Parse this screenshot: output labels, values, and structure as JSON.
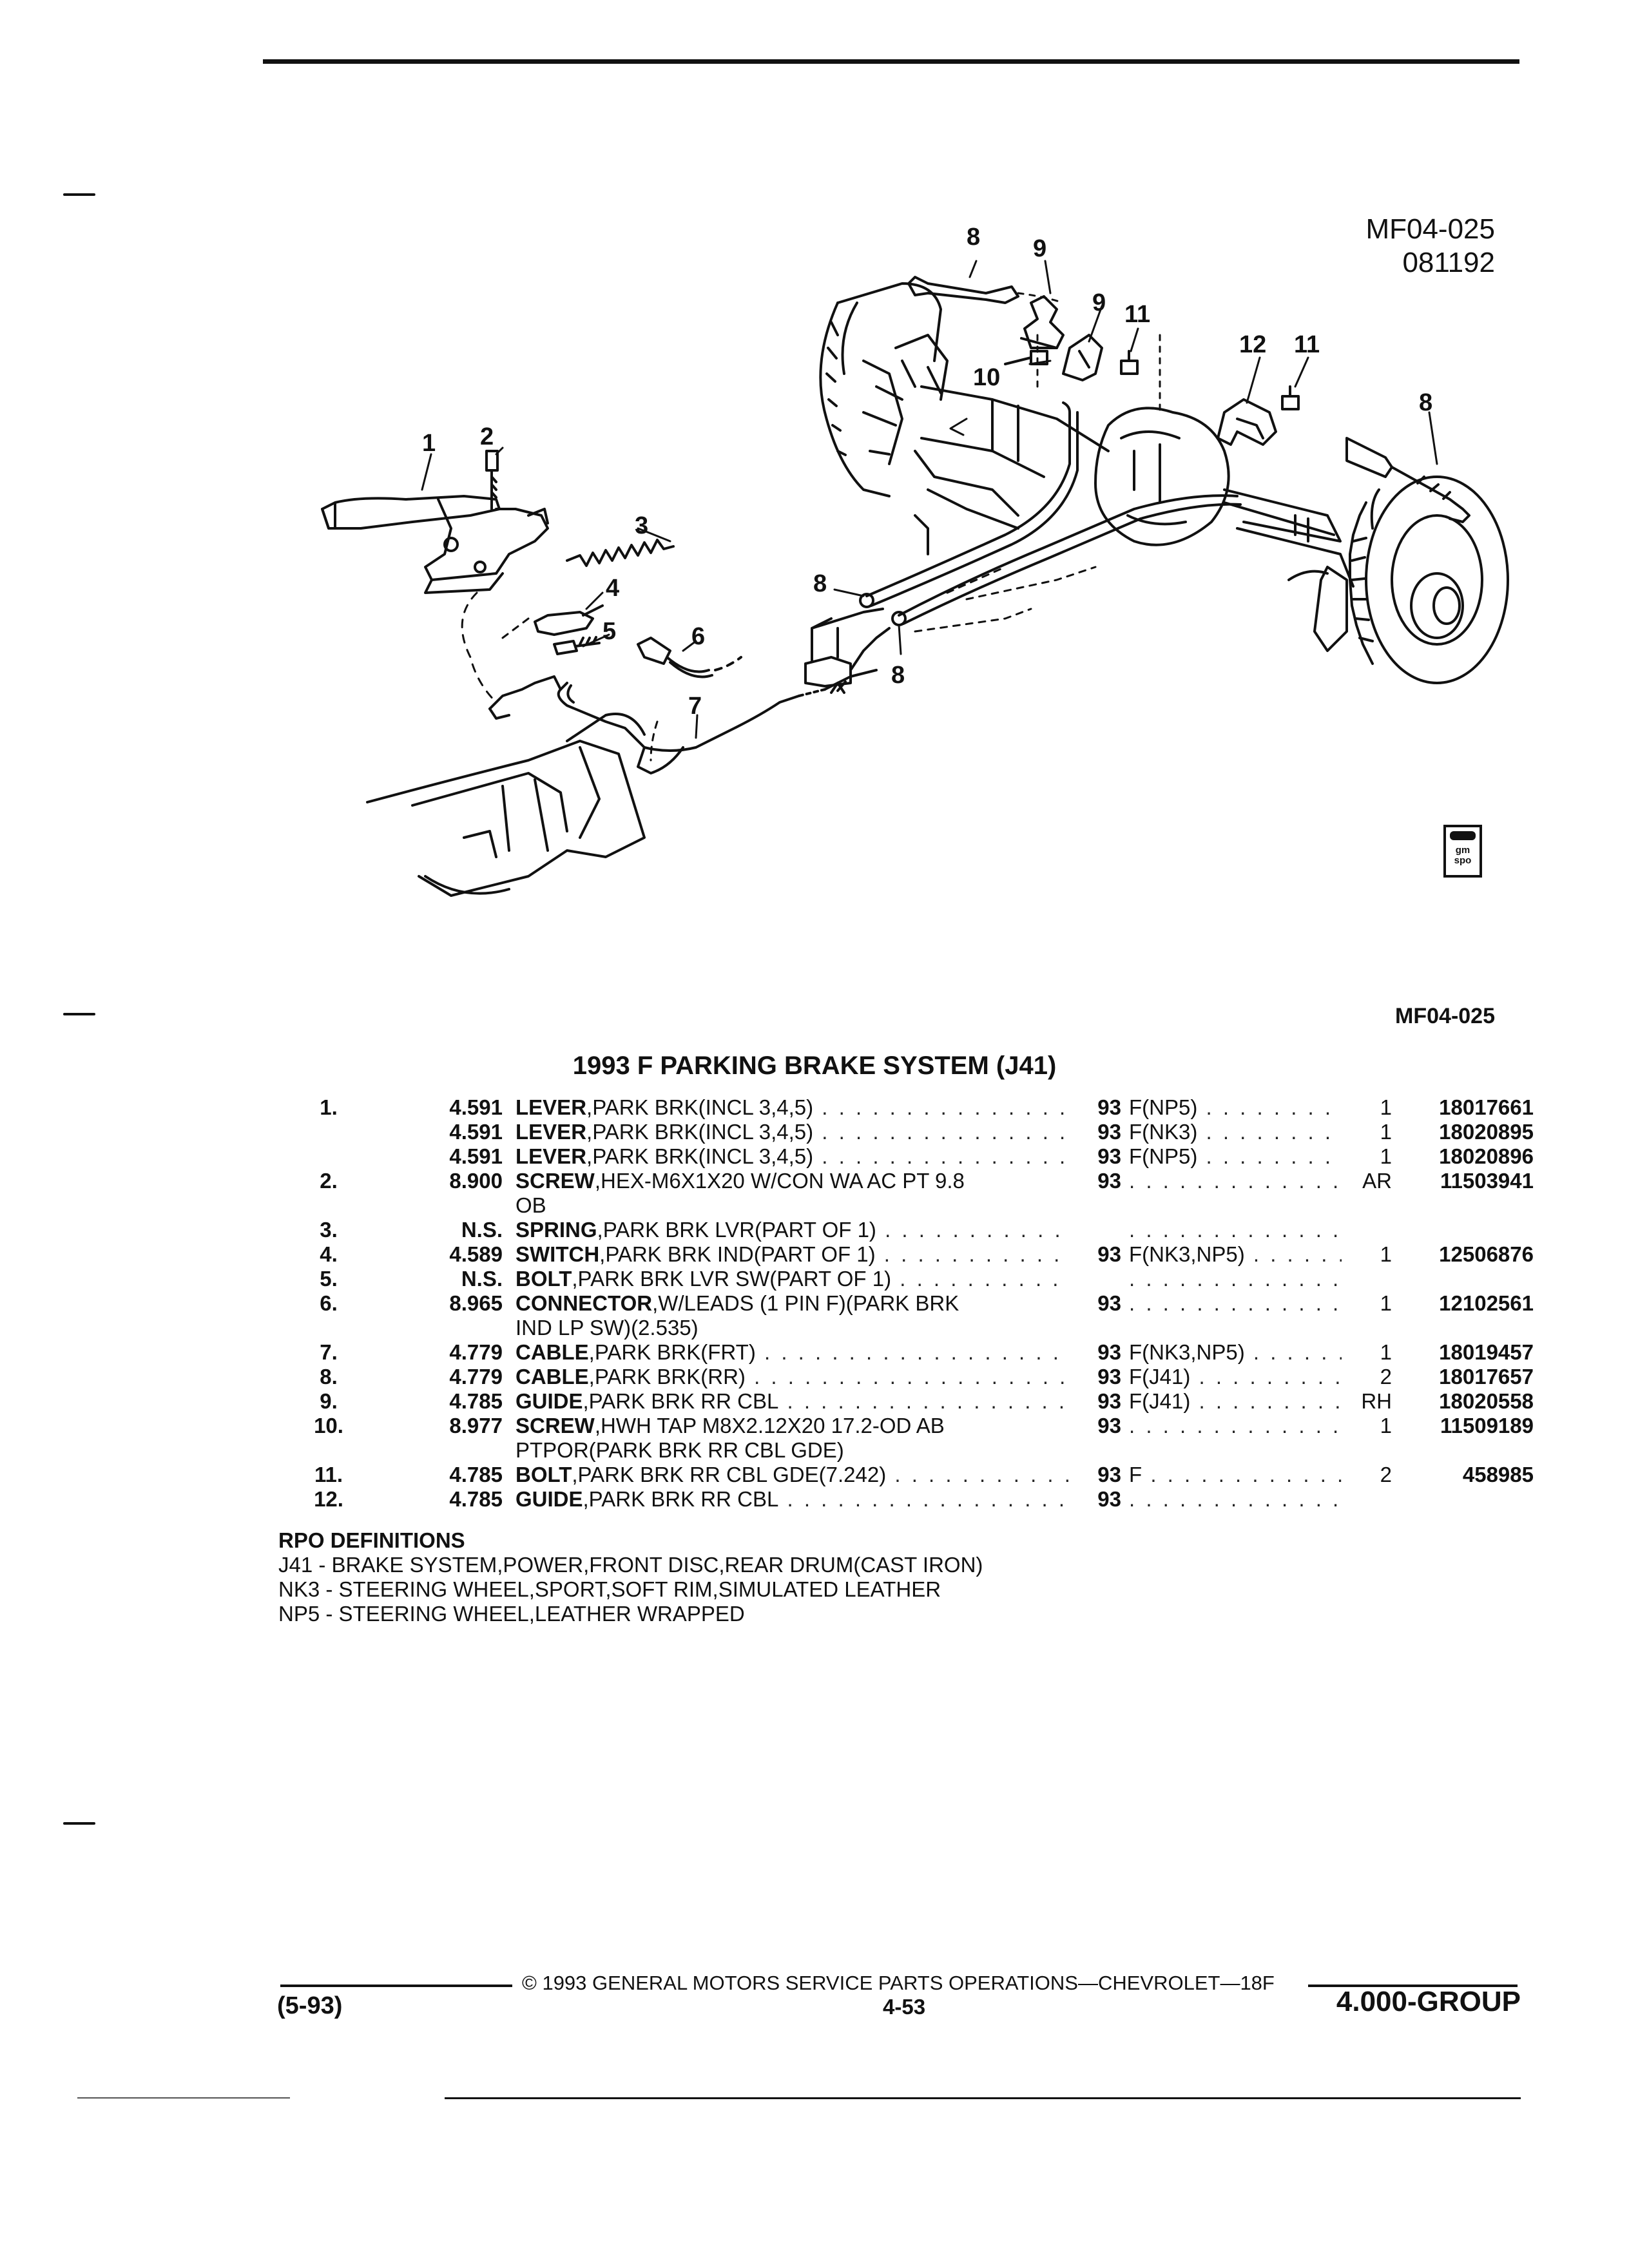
{
  "figure_id_top": "MF04-025",
  "figure_date": "081192",
  "figure_id_bottom": "MF04-025",
  "logo_text": "gm spo",
  "title": "1993 F PARKING BRAKE SYSTEM (J41)",
  "callouts": [
    "1",
    "2",
    "3",
    "4",
    "5",
    "6",
    "7",
    "8",
    "8",
    "8",
    "8",
    "9",
    "9",
    "10",
    "11",
    "11",
    "12"
  ],
  "parts": [
    {
      "num": "1.",
      "group": "4.591",
      "name": "LEVER",
      "desc": ",PARK BRK(INCL 3,4,5)",
      "desc2": "",
      "year": "93",
      "model": "F(NP5)",
      "qty": "1",
      "part_no": "18017661"
    },
    {
      "num": "",
      "group": "4.591",
      "name": "LEVER",
      "desc": ",PARK BRK(INCL 3,4,5)",
      "desc2": "",
      "year": "93",
      "model": "F(NK3)",
      "qty": "1",
      "part_no": "18020895"
    },
    {
      "num": "",
      "group": "4.591",
      "name": "LEVER",
      "desc": ",PARK BRK(INCL 3,4,5)",
      "desc2": "",
      "year": "93",
      "model": "F(NP5)",
      "qty": "1",
      "part_no": "18020896"
    },
    {
      "num": "2.",
      "group": "8.900",
      "name": "SCREW",
      "desc": ",HEX-M6X1X20 W/CON WA AC PT 9.8",
      "desc2": "OB",
      "year": "93",
      "model": "",
      "qty": "AR",
      "part_no": "11503941"
    },
    {
      "num": "3.",
      "group": "N.S.",
      "name": "SPRING",
      "desc": ",PARK BRK LVR(PART OF 1)",
      "desc2": "",
      "year": "",
      "model": "",
      "qty": "",
      "part_no": ""
    },
    {
      "num": "4.",
      "group": "4.589",
      "name": "SWITCH",
      "desc": ",PARK BRK IND(PART OF 1)",
      "desc2": "",
      "year": "93",
      "model": "F(NK3,NP5)",
      "qty": "1",
      "part_no": "12506876"
    },
    {
      "num": "5.",
      "group": "N.S.",
      "name": "BOLT",
      "desc": ",PARK BRK LVR SW(PART OF 1)",
      "desc2": "",
      "year": "",
      "model": "",
      "qty": "",
      "part_no": ""
    },
    {
      "num": "6.",
      "group": "8.965",
      "name": "CONNECTOR",
      "desc": ",W/LEADS (1 PIN F)(PARK BRK",
      "desc2": "IND LP SW)(2.535)",
      "year": "93",
      "model": "",
      "qty": "1",
      "part_no": "12102561"
    },
    {
      "num": "7.",
      "group": "4.779",
      "name": "CABLE",
      "desc": ",PARK BRK(FRT)",
      "desc2": "",
      "year": "93",
      "model": "F(NK3,NP5)",
      "qty": "1",
      "part_no": "18019457"
    },
    {
      "num": "8.",
      "group": "4.779",
      "name": "CABLE",
      "desc": ",PARK BRK(RR)",
      "desc2": "",
      "year": "93",
      "model": "F(J41)",
      "qty": "2",
      "part_no": "18017657"
    },
    {
      "num": "9.",
      "group": "4.785",
      "name": "GUIDE",
      "desc": ",PARK BRK RR CBL",
      "desc2": "",
      "year": "93",
      "model": "F(J41)",
      "qty": "RH",
      "part_no": "18020558"
    },
    {
      "num": "10.",
      "group": "8.977",
      "name": "SCREW",
      "desc": ",HWH TAP M8X2.12X20 17.2-OD AB",
      "desc2": "PTPOR(PARK BRK RR CBL GDE)",
      "year": "93",
      "model": "",
      "qty": "1",
      "part_no": "11509189"
    },
    {
      "num": "11.",
      "group": "4.785",
      "name": "BOLT",
      "desc": ",PARK BRK RR CBL GDE(7.242)",
      "desc2": "",
      "year": "93",
      "model": "F",
      "qty": "2",
      "part_no": "458985"
    },
    {
      "num": "12.",
      "group": "4.785",
      "name": "GUIDE",
      "desc": ",PARK BRK RR CBL",
      "desc2": "",
      "year": "93",
      "model": "",
      "qty": "",
      "part_no": ""
    }
  ],
  "rpo": {
    "heading": "RPO DEFINITIONS",
    "items": [
      "J41 - BRAKE SYSTEM,POWER,FRONT DISC,REAR DRUM(CAST IRON)",
      "NK3 - STEERING WHEEL,SPORT,SOFT RIM,SIMULATED LEATHER",
      "NP5 - STEERING WHEEL,LEATHER WRAPPED"
    ]
  },
  "footer": {
    "copyright": "© 1993 GENERAL MOTORS SERVICE PARTS OPERATIONS—CHEVROLET—18F",
    "date": "(5-93)",
    "page": "4-53",
    "group": "4.000-GROUP"
  }
}
